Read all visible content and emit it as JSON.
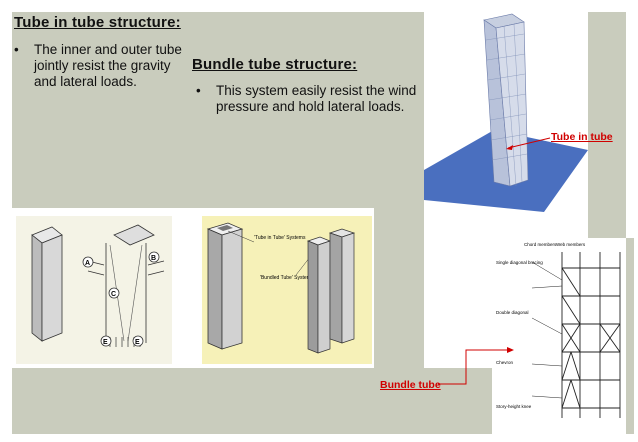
{
  "slide": {
    "tube_in_tube": {
      "title": "Tube in tube structure:",
      "bullet": "•",
      "text": "The inner and outer tube jointly resist the gravity and lateral loads."
    },
    "bundle_tube": {
      "title": "Bundle tube structure:",
      "bullet": "•",
      "text": "This system easily resist the wind pressure and hold lateral loads."
    },
    "labels": {
      "tube_in_tube": "Tube in tube",
      "bundle_tube": "Bundle tube"
    },
    "diagram_left": {
      "markers": [
        "A",
        "B",
        "C",
        "E",
        "E"
      ]
    },
    "diagram_middle": {
      "label_top": "'Tube in Tube' Systems",
      "label_bottom": "'Bundled Tube' Systems"
    },
    "diagram_right": {
      "labels": [
        "Chord members",
        "Web members",
        "Single diagonal bracing",
        "Double diagonal",
        "Chevron",
        "Story-height knee"
      ]
    },
    "colors": {
      "panel": "#c9ccbd",
      "red_label": "#d00000",
      "tower_blue": "#4a6fbf"
    }
  }
}
